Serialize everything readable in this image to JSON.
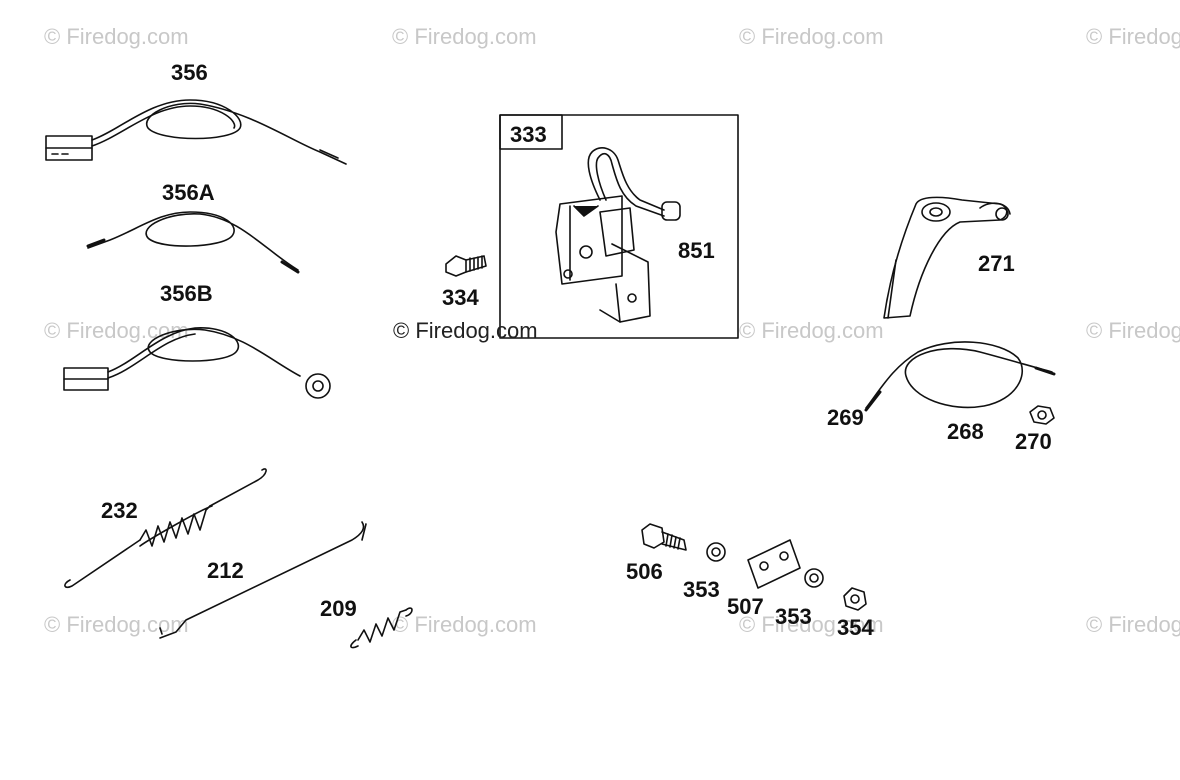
{
  "watermark": "© Firedog.com",
  "copyright": "© Firedog.com",
  "kit_box_label": "333",
  "part_labels": {
    "p356": "356",
    "p356a": "356A",
    "p356b": "356B",
    "p232": "232",
    "p212": "212",
    "p209": "209",
    "p334": "334",
    "p851": "851",
    "p271": "271",
    "p269": "269",
    "p268": "268",
    "p270": "270",
    "p506": "506",
    "p353a": "353",
    "p507": "507",
    "p353b": "353",
    "p354": "354"
  }
}
